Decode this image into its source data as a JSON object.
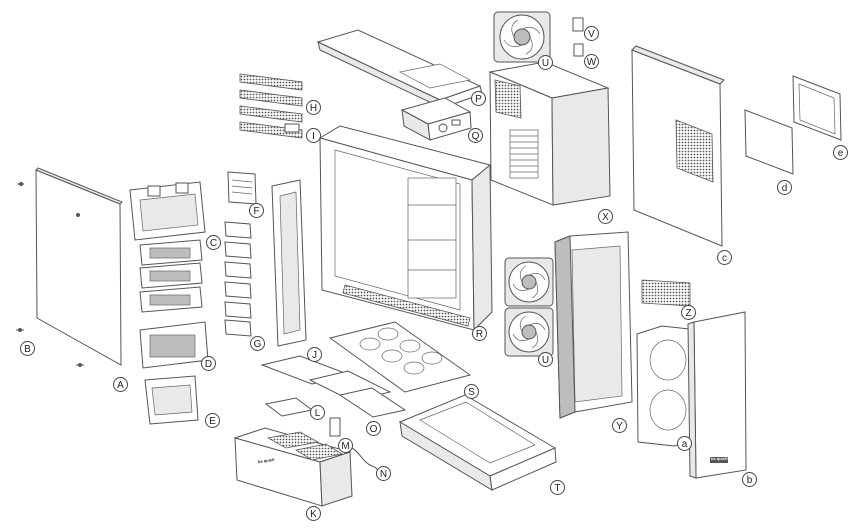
{
  "callouts": [
    {
      "id": "A",
      "label": "A"
    },
    {
      "id": "B",
      "label": "B"
    },
    {
      "id": "C",
      "label": "C"
    },
    {
      "id": "D",
      "label": "D"
    },
    {
      "id": "E",
      "label": "E"
    },
    {
      "id": "F",
      "label": "F"
    },
    {
      "id": "G",
      "label": "G"
    },
    {
      "id": "H",
      "label": "H"
    },
    {
      "id": "I",
      "label": "I"
    },
    {
      "id": "J",
      "label": "J"
    },
    {
      "id": "K",
      "label": "K"
    },
    {
      "id": "L",
      "label": "L"
    },
    {
      "id": "M",
      "label": "M"
    },
    {
      "id": "N",
      "label": "N"
    },
    {
      "id": "O",
      "label": "O"
    },
    {
      "id": "P",
      "label": "P"
    },
    {
      "id": "Q",
      "label": "Q"
    },
    {
      "id": "R",
      "label": "R"
    },
    {
      "id": "S",
      "label": "S"
    },
    {
      "id": "T",
      "label": "T"
    },
    {
      "id": "U1",
      "label": "U"
    },
    {
      "id": "U2",
      "label": "U"
    },
    {
      "id": "V",
      "label": "V"
    },
    {
      "id": "W",
      "label": "W"
    },
    {
      "id": "X",
      "label": "X"
    },
    {
      "id": "Y",
      "label": "Y"
    },
    {
      "id": "Z",
      "label": "Z"
    },
    {
      "id": "a",
      "label": "a"
    },
    {
      "id": "b",
      "label": "b"
    },
    {
      "id": "c",
      "label": "c"
    },
    {
      "id": "d",
      "label": "d"
    },
    {
      "id": "e",
      "label": "e"
    }
  ],
  "brand": {
    "front_logo": "be quiet!",
    "dust_filter_logo": "be quiet!"
  }
}
